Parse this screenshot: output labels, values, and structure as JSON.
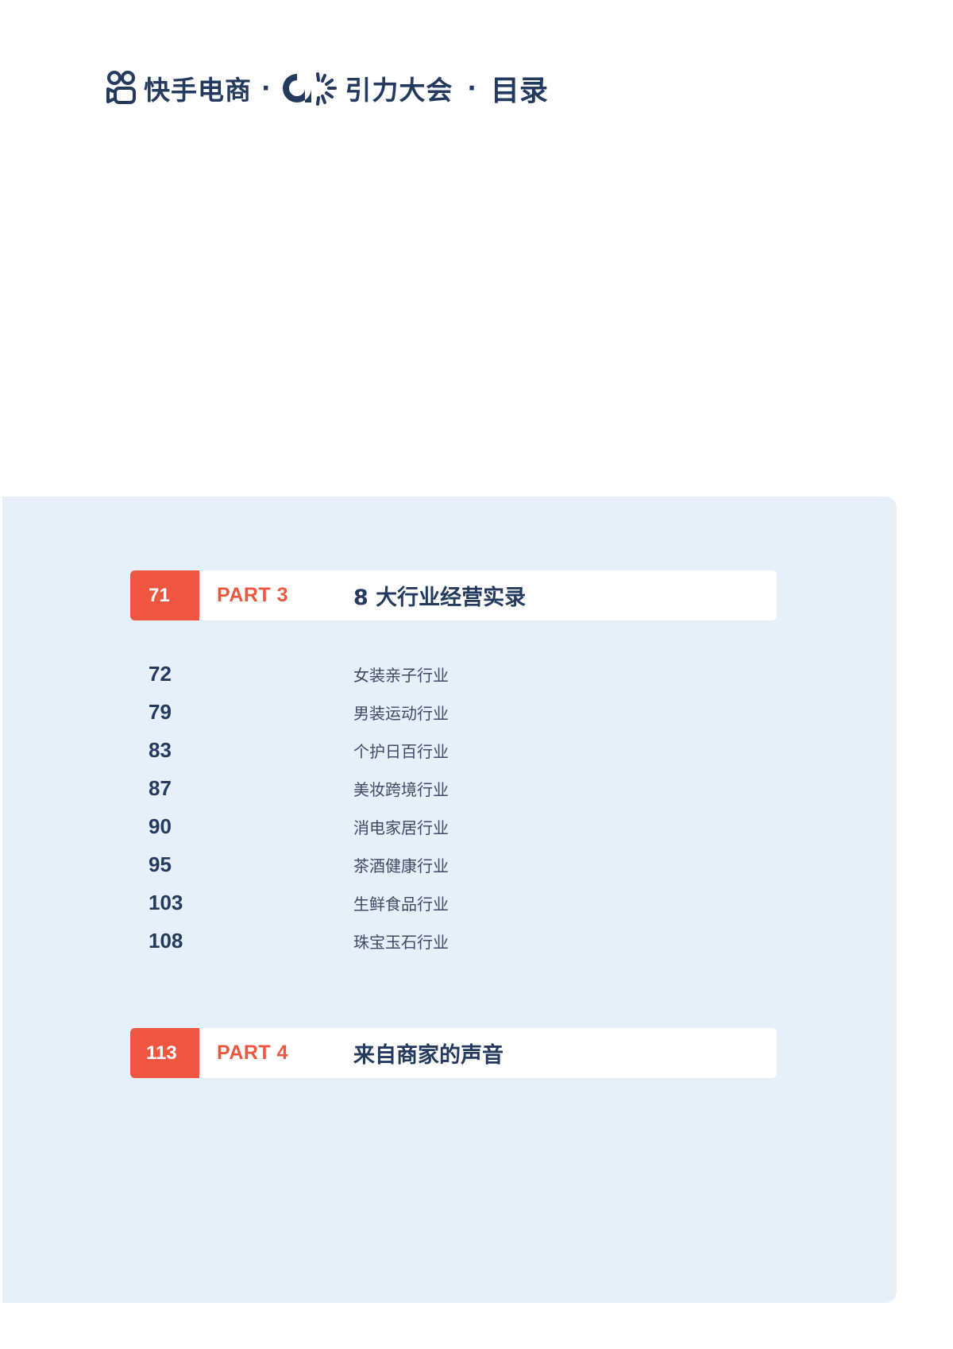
{
  "header": {
    "brand": "快手电商",
    "separator": "·",
    "event": "引力大会",
    "section": "目录",
    "icons": {
      "brand_logo": "kuaishou-logo-icon",
      "event_logo": "yinli-logo-icon"
    }
  },
  "colors": {
    "accent": "#EF5640",
    "text_dark": "#233A5E",
    "panel_bg": "#E6F0FA",
    "bar_bg": "#FFFFFF"
  },
  "parts": [
    {
      "page": "71",
      "label": "PART 3",
      "title": "8 大行业经营实录",
      "entries": [
        {
          "page": "72",
          "label": "女装亲子行业"
        },
        {
          "page": "79",
          "label": "男装运动行业"
        },
        {
          "page": "83",
          "label": "个护日百行业"
        },
        {
          "page": "87",
          "label": "美妆跨境行业"
        },
        {
          "page": "90",
          "label": "消电家居行业"
        },
        {
          "page": "95",
          "label": "茶酒健康行业"
        },
        {
          "page": "103",
          "label": "生鲜食品行业"
        },
        {
          "page": "108",
          "label": "珠宝玉石行业"
        }
      ]
    },
    {
      "page": "113",
      "label": "PART 4",
      "title": "来自商家的声音",
      "entries": []
    }
  ]
}
